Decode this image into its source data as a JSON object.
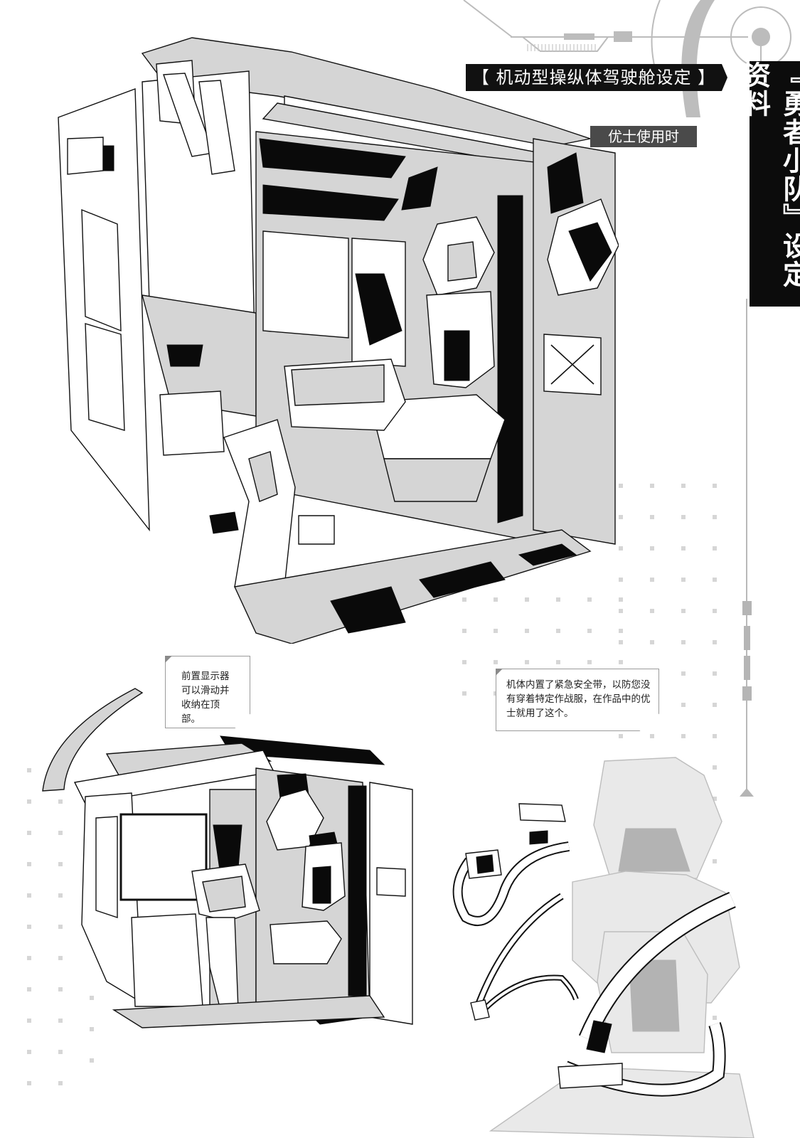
{
  "header": {
    "title": "【 机动型操纵体驾驶舱设定 】",
    "subtitle": "优士使用时"
  },
  "side_title": {
    "text": "『勇者小队』设定资料"
  },
  "callouts": [
    {
      "id": "front-display",
      "text": "前置显示器可以滑动并收纳在顶部。"
    },
    {
      "id": "emergency-belt",
      "text": "机体内置了紧急安全带，以防您没有穿着特定作战服，在作品中的优士就用了这个。"
    }
  ],
  "illustrations": [
    {
      "id": "cockpit-main",
      "description": "Mobile manipulator cockpit interior, perspective cutaway (Yuushi configuration)"
    },
    {
      "id": "cockpit-display-slid",
      "description": "Cockpit with front display slid up into the ceiling"
    },
    {
      "id": "seat-belt-detail",
      "description": "Seat with emergency safety belt and separated belt parts"
    }
  ],
  "colors": {
    "banner": "#111111",
    "sub_banner": "#4a4a4a",
    "side_banner": "#0c0c0c",
    "deco_gray": "#b5b5b5",
    "dot": "#d6d6d6"
  }
}
